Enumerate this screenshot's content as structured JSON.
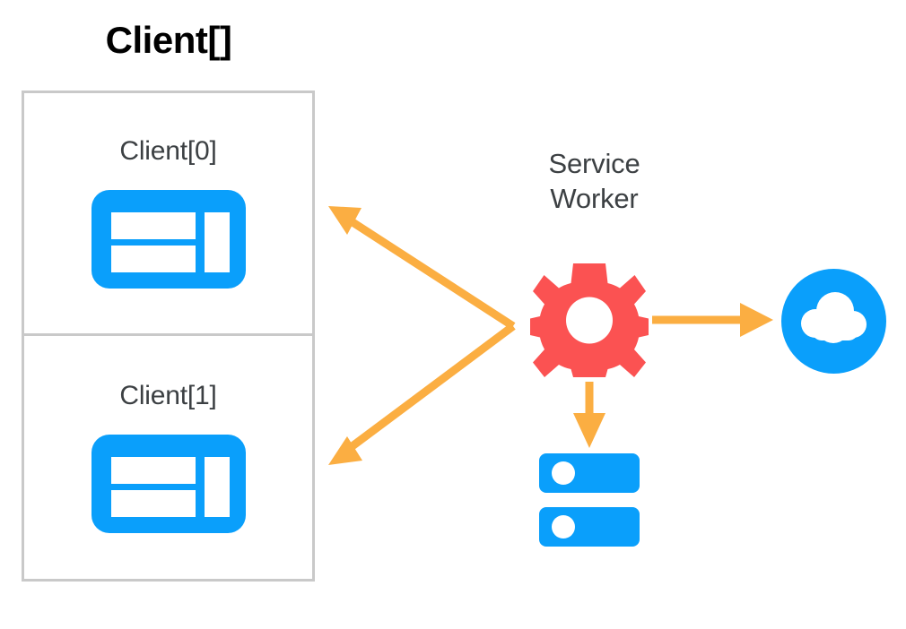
{
  "diagram": {
    "title": "Client[] / Service Worker architecture",
    "background": "#ffffff"
  },
  "colors": {
    "title_text": "#000000",
    "label_text": "#3c4043",
    "box_border": "#c9c9c9",
    "browser_blue": "#0a9ffb",
    "cloud_blue": "#0a9ffb",
    "server_blue": "#0a9ffb",
    "gear_red": "#fb5252",
    "arrow_orange": "#fbae42",
    "icon_white": "#ffffff"
  },
  "clients_group": {
    "title": "Client[]",
    "items": [
      {
        "label": "Client[0]",
        "icon": "browser-window-icon"
      },
      {
        "label": "Client[1]",
        "icon": "browser-window-icon"
      }
    ]
  },
  "service_worker": {
    "label_line_1": "Service",
    "label_line_2": "Worker",
    "icon": "gear-icon"
  },
  "network": {
    "label": "",
    "icon": "cloud-icon"
  },
  "storage": {
    "label": "",
    "icon": "server-stack-icon"
  },
  "arrows": [
    {
      "name": "arrow-sw-to-client-0",
      "from": "service-worker",
      "to": "client-0",
      "direction": "up-left",
      "style": "single-headed",
      "color": "#fbae42"
    },
    {
      "name": "arrow-sw-to-client-1",
      "from": "service-worker",
      "to": "client-1",
      "direction": "down-left",
      "style": "single-headed",
      "color": "#fbae42"
    },
    {
      "name": "arrow-sw-to-cloud",
      "from": "service-worker",
      "to": "cloud",
      "direction": "right",
      "style": "single-headed",
      "color": "#fbae42"
    },
    {
      "name": "arrow-sw-to-storage",
      "from": "service-worker",
      "to": "storage",
      "direction": "down",
      "style": "single-headed",
      "color": "#fbae42"
    }
  ]
}
